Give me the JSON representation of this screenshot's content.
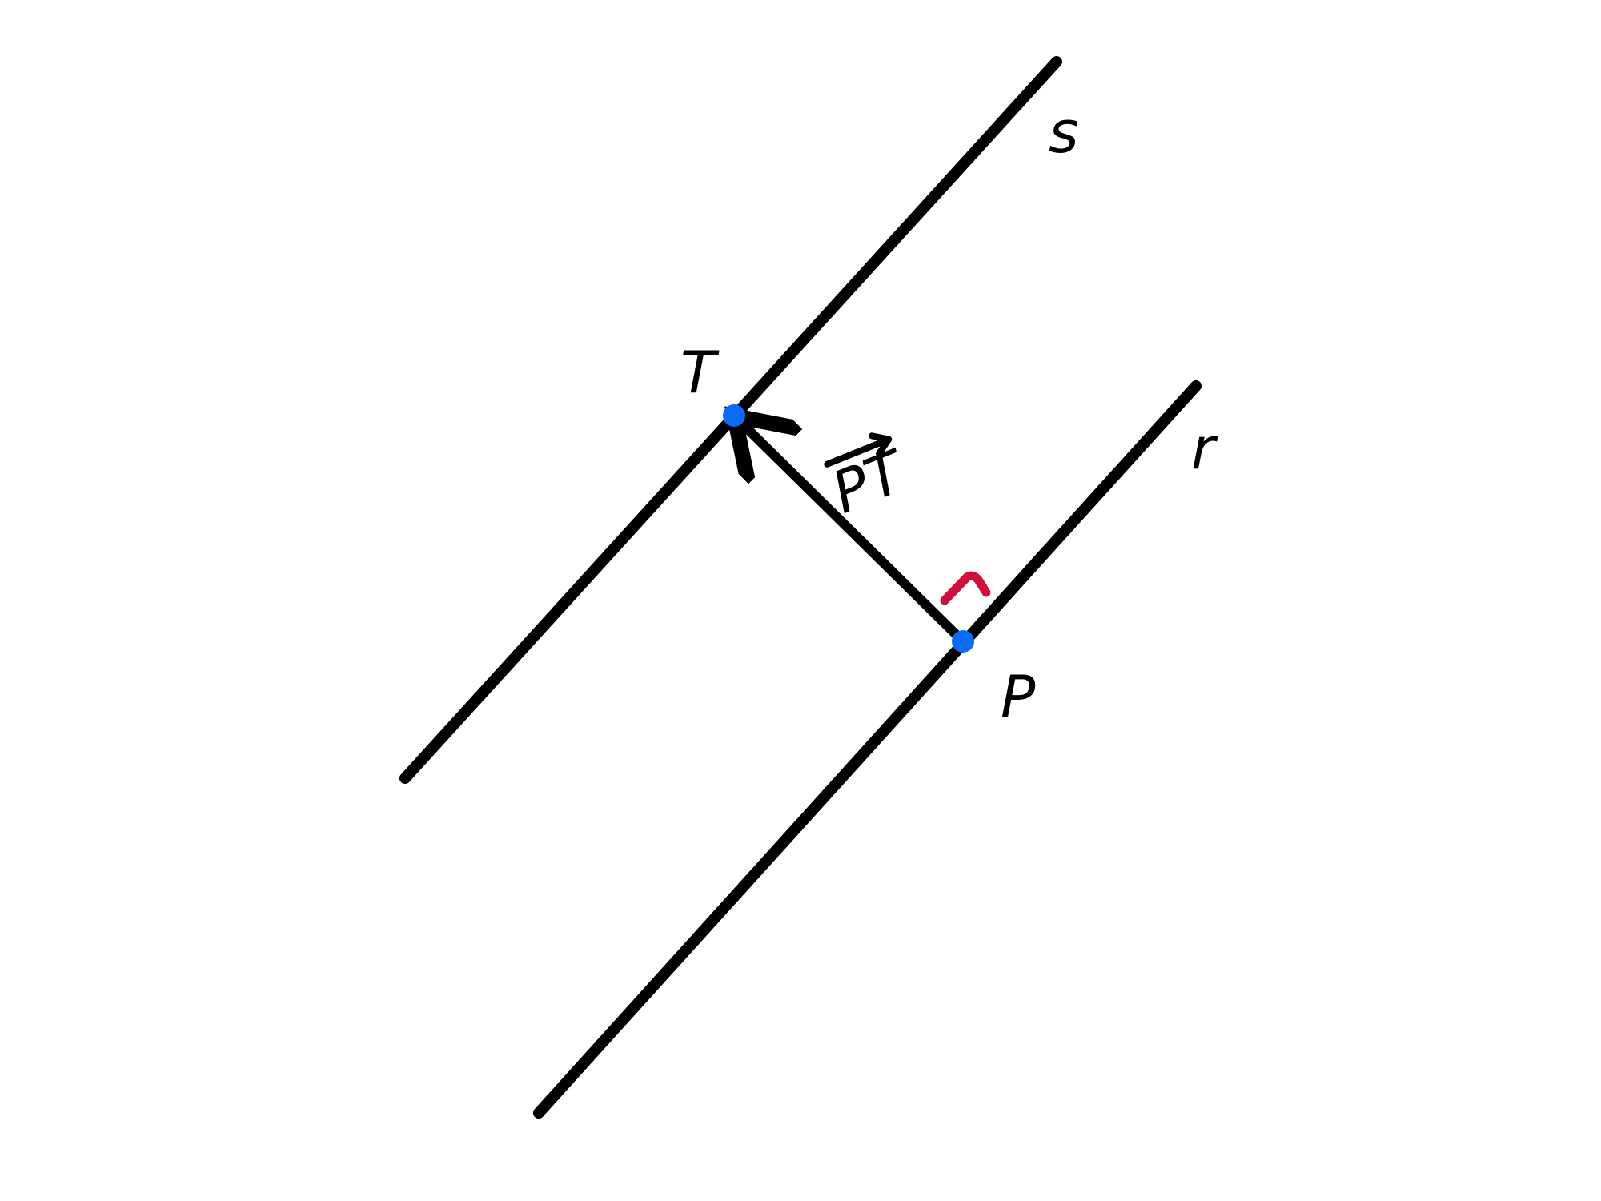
{
  "diagram": {
    "lines": [
      {
        "name": "s",
        "label": "s"
      },
      {
        "name": "r",
        "label": "r"
      }
    ],
    "points": [
      {
        "name": "T",
        "label": "T",
        "color": "#0a6cf5"
      },
      {
        "name": "P",
        "label": "P",
        "color": "#0a6cf5"
      }
    ],
    "vector": {
      "label": "PT",
      "from": "P",
      "to": "T"
    },
    "right_angle_mark_color": "#d0103a",
    "line_color": "#000000"
  }
}
